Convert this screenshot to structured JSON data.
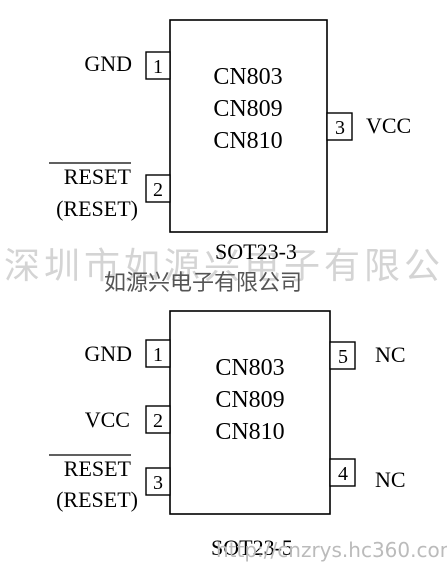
{
  "watermark": {
    "large": "深圳市如源兴电子有限公司",
    "small": "如源兴电子有限公司",
    "url": "http://cnzrys.hc360.com"
  },
  "package_1": {
    "name": "SOT23-3",
    "chips": [
      "CN803",
      "CN809",
      "CN810"
    ],
    "pins": [
      {
        "number": "1",
        "label": "GND"
      },
      {
        "number": "2",
        "label": "RESET",
        "label_alt": "(RESET)"
      },
      {
        "number": "3",
        "label": "VCC"
      }
    ]
  },
  "package_2": {
    "name": "SOT23-5",
    "chips": [
      "CN803",
      "CN809",
      "CN810"
    ],
    "pins": [
      {
        "number": "1",
        "label": "GND"
      },
      {
        "number": "2",
        "label": "VCC"
      },
      {
        "number": "3",
        "label": "RESET",
        "label_alt": "(RESET)"
      },
      {
        "number": "4",
        "label": "NC"
      },
      {
        "number": "5",
        "label": "NC"
      }
    ]
  },
  "colors": {
    "stroke": "#000000",
    "watermark_gray": "#d4d4d4"
  }
}
